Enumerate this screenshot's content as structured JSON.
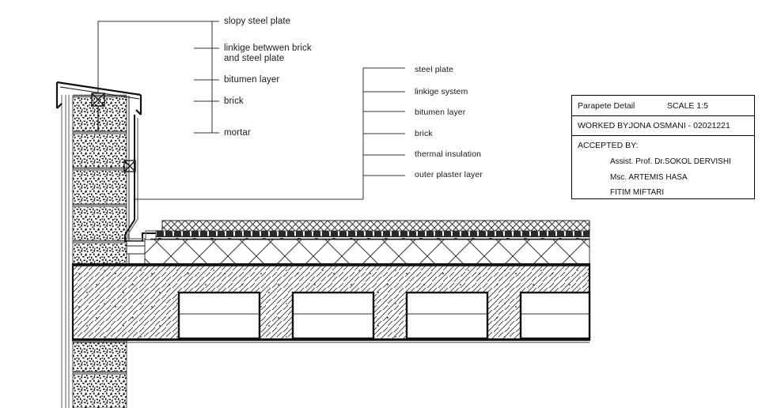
{
  "drawing": {
    "type": "architectural-section-detail",
    "subject": "Parapet (parapete) wall and flat roof construction detail",
    "accent_color": "#000000",
    "background_color": "#ffffff"
  },
  "leader_group_left": {
    "name": "parapet-cap-callouts",
    "items": [
      {
        "label": "slopy steel plate"
      },
      {
        "label": "linkige betwwen brick",
        "label2": "and steel plate"
      },
      {
        "label": "bitumen layer"
      },
      {
        "label": "brick"
      },
      {
        "label": "mortar"
      }
    ]
  },
  "leader_group_right": {
    "name": "wall-layer-callouts",
    "items": [
      {
        "label": "steel plate"
      },
      {
        "label": "linkige system"
      },
      {
        "label": "bitumen layer"
      },
      {
        "label": "brick"
      },
      {
        "label": "thermal insulation"
      },
      {
        "label": "outer plaster layer"
      }
    ]
  },
  "titleblock": {
    "title": "Parapete Detail",
    "scale": "SCALE 1:5",
    "worked_by_label": "WORKED BY:",
    "worked_by_value": "JONA OSMANI - 02021221",
    "accepted_by_label": "ACCEPTED BY:",
    "accepted_by": [
      "Assist. Prof. Dr.SOKOL DERVISHI",
      "Msc. ARTEMIS HASA",
      "FITIM MIFTARI"
    ]
  },
  "roof_layers": [
    {
      "name": "protective gravel / screed",
      "hatch": "fine-cross-hatch"
    },
    {
      "name": "bitumen waterproofing",
      "hatch": "wavy-dark-band"
    },
    {
      "name": "thermal insulation",
      "hatch": "large-x-hatch"
    },
    {
      "name": "reinforced concrete slab with hollow blocks",
      "hatch": "diagonal-hatch"
    }
  ],
  "wall_layers": [
    {
      "name": "outer plaster layer",
      "hatch": "thin-lines"
    },
    {
      "name": "brick masonry",
      "hatch": "speckle"
    },
    {
      "name": "mortar joints",
      "hatch": "solid-grey"
    }
  ]
}
